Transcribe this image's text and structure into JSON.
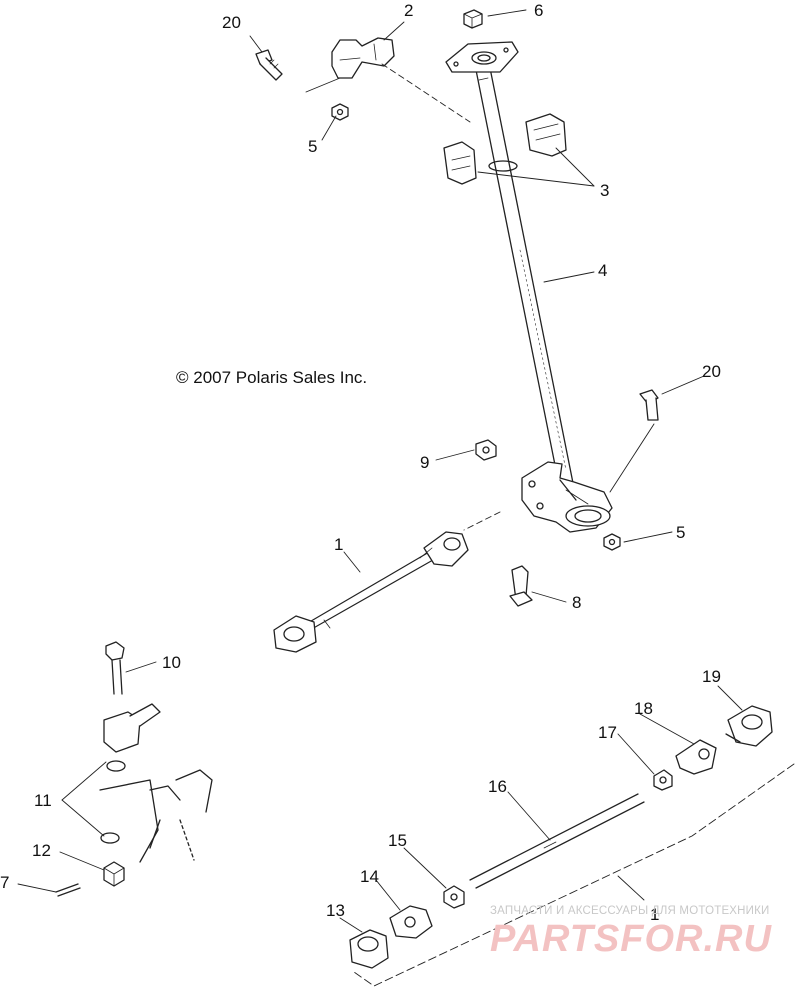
{
  "copyright": "© 2007 Polaris Sales Inc.",
  "watermark": {
    "tagline": "ЗАПЧАСТИ И АКСЕССУАРЫ ДЛЯ МОТОТЕХНИКИ",
    "logo": "PARTSFOR.RU"
  },
  "callouts": {
    "c20a": "20",
    "c2": "2",
    "c6": "6",
    "c5a": "5",
    "c3": "3",
    "c4": "4",
    "c20b": "20",
    "c9": "9",
    "c5b": "5",
    "c1a": "1",
    "c8": "8",
    "c10": "10",
    "c19": "19",
    "c18": "18",
    "c17": "17",
    "c16": "16",
    "c11": "11",
    "c15": "15",
    "c12": "12",
    "c14": "14",
    "c13": "13",
    "c1b": "1",
    "c7": "7"
  },
  "colors": {
    "line": "#222222",
    "part_fill": "#ffffff",
    "watermark_text": "#c8c8c8",
    "watermark_logo": "#f3c2c2"
  }
}
